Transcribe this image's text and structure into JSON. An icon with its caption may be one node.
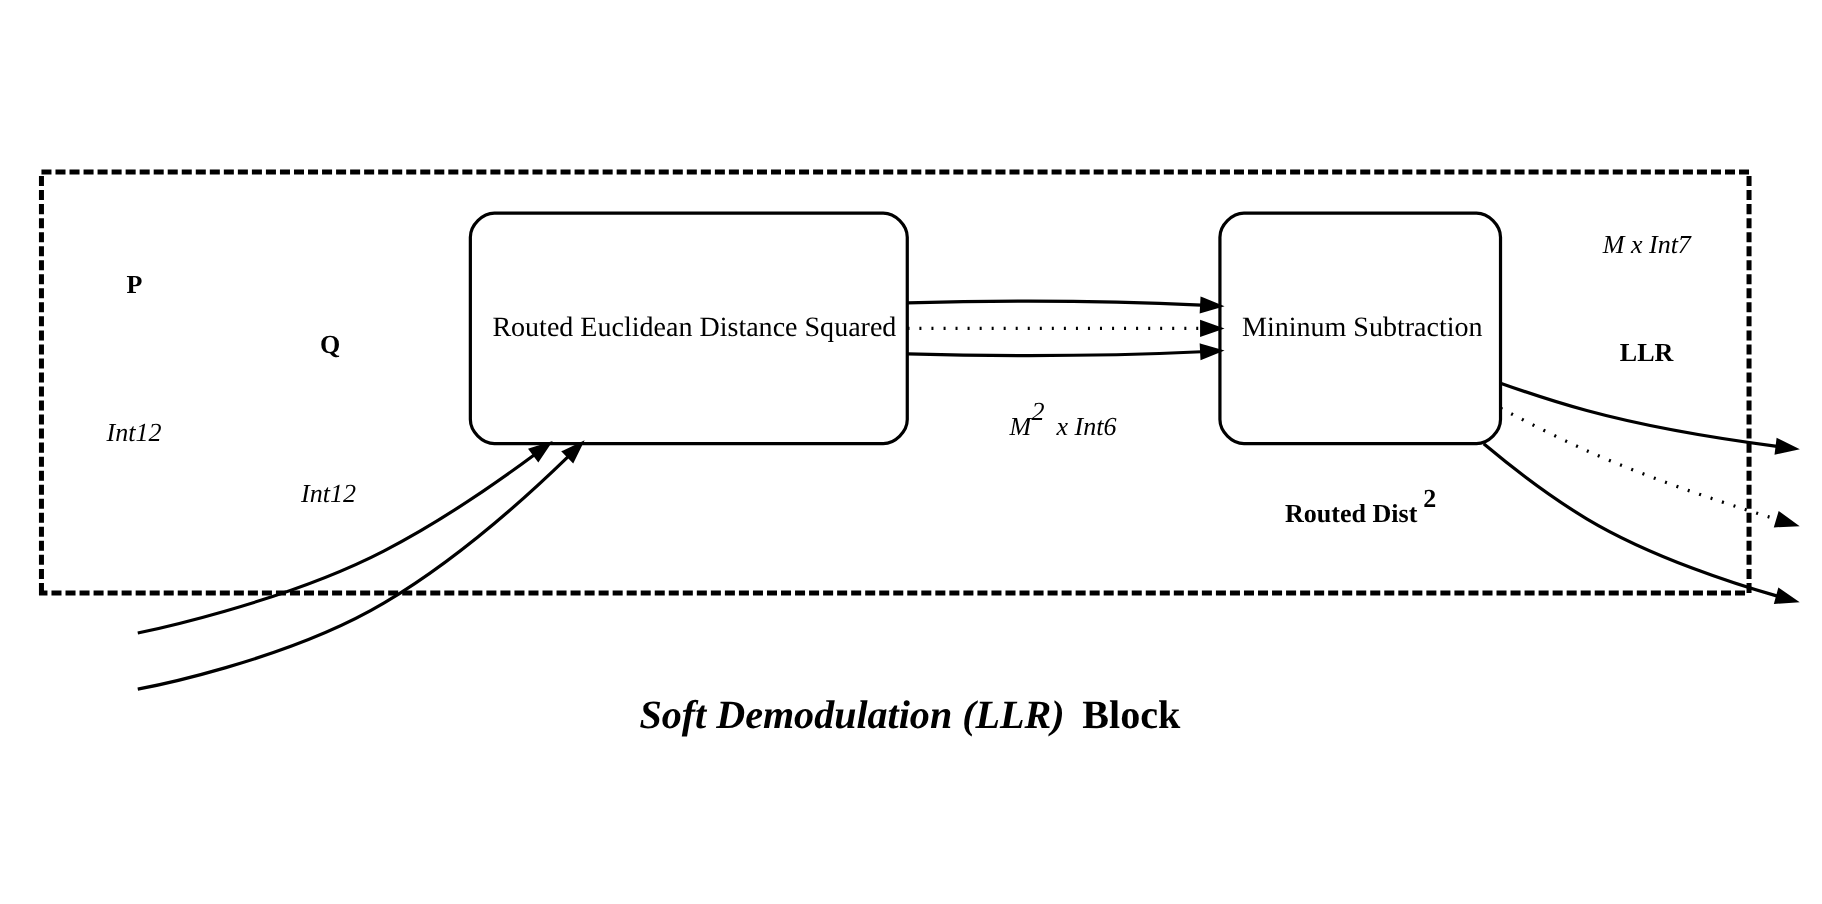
{
  "diagram": {
    "title": "*Soft Demodulation (LLR)* Block",
    "nodes": [
      {
        "text": [],
        "shape": "box"
      },
      {
        "text": [
          "Routed Euclidean Distance Squared"
        ],
        "in": 0
      },
      {
        "text": [
          "Mininum Subtraction"
        ],
        "in": 0
      }
    ],
    "edges": [
      {
        "from": null,
        "to": 1,
        "arrow": "to"
      },
      {
        "from": null,
        "to": 1,
        "arrow": "to"
      },
      {
        "from": 1,
        "to": 2,
        "arrow": "to"
      },
      {
        "from": 1,
        "to": 2,
        "arrow": "to",
        "style": "dashed"
      },
      {
        "from": 1,
        "to": 2,
        "arrow": "to"
      },
      {
        "from": 2,
        "to": null,
        "arrow": "to"
      },
      {
        "from": 2,
        "to": null,
        "arrow": "to",
        "style": "dashed"
      },
      {
        "from": 2,
        "to": null,
        "arrow": "to"
      }
    ],
    "labels": [
      "P",
      "Int12",
      "Q",
      "Int12",
      "Routed Dist$^{2}$",
      "M$^{2}$ x Int6",
      "LLR",
      "M x Int7"
    ]
  }
}
